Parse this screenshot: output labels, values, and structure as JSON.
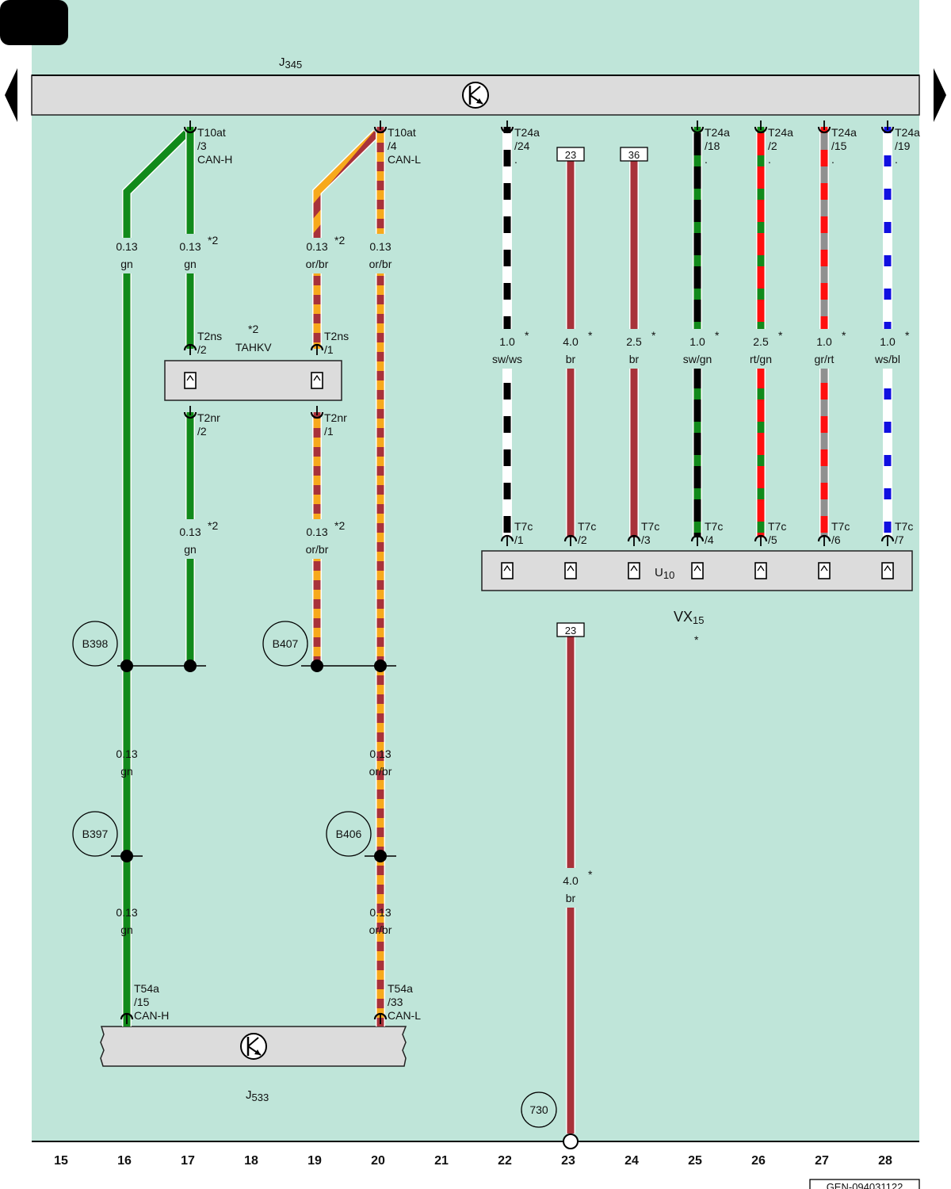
{
  "components": {
    "j345": {
      "base": "J",
      "sub": "345"
    },
    "j533": {
      "base": "J",
      "sub": "533"
    },
    "u10": {
      "base": "U",
      "sub": "10"
    },
    "vx15": {
      "base": "VX",
      "sub": "15",
      "note": "*"
    },
    "tahkv": {
      "name": "TAHKV",
      "note": "*2"
    }
  },
  "wires": [
    {
      "id": "w16",
      "size": "0.13",
      "color": "gn"
    },
    {
      "id": "w17",
      "size": "0.13",
      "color": "gn",
      "note": "*2"
    },
    {
      "id": "w19",
      "size": "0.13",
      "color": "or/br",
      "note": "*2"
    },
    {
      "id": "w20",
      "size": "0.13",
      "color": "or/br"
    },
    {
      "id": "w17b",
      "size": "0.13",
      "color": "gn",
      "note": "*2"
    },
    {
      "id": "w19b",
      "size": "0.13",
      "color": "or/br",
      "note": "*2"
    },
    {
      "id": "w16c",
      "size": "0.13",
      "color": "gn"
    },
    {
      "id": "w20c",
      "size": "0.13",
      "color": "or/br"
    },
    {
      "id": "w16d",
      "size": "0.13",
      "color": "gn"
    },
    {
      "id": "w20d",
      "size": "0.13",
      "color": "or/br"
    },
    {
      "id": "w22",
      "size": "1.0",
      "color": "sw/ws",
      "note": "*"
    },
    {
      "id": "w23",
      "size": "4.0",
      "color": "br",
      "note": "*"
    },
    {
      "id": "w24",
      "size": "2.5",
      "color": "br",
      "note": "*"
    },
    {
      "id": "w25",
      "size": "1.0",
      "color": "sw/gn",
      "note": "*"
    },
    {
      "id": "w26",
      "size": "2.5",
      "color": "rt/gn",
      "note": "*"
    },
    {
      "id": "w27",
      "size": "1.0",
      "color": "gr/rt",
      "note": "*"
    },
    {
      "id": "w28",
      "size": "1.0",
      "color": "ws/bl",
      "note": "*"
    },
    {
      "id": "w23b",
      "size": "4.0",
      "color": "br",
      "note": "*"
    }
  ],
  "pins": [
    {
      "id": "p17top",
      "lines": [
        "T10at",
        "/3",
        "CAN-H"
      ]
    },
    {
      "id": "p20top",
      "lines": [
        "T10at",
        "/4",
        "CAN-L"
      ]
    },
    {
      "id": "p22top",
      "lines": [
        "T24a",
        "/24",
        "."
      ]
    },
    {
      "id": "p25top",
      "lines": [
        "T24a",
        "/18",
        "."
      ]
    },
    {
      "id": "p26top",
      "lines": [
        "T24a",
        "/2",
        "."
      ]
    },
    {
      "id": "p27top",
      "lines": [
        "T24a",
        "/15",
        "."
      ]
    },
    {
      "id": "p28top",
      "lines": [
        "T24a",
        "/19",
        "."
      ]
    },
    {
      "id": "p17ns",
      "lines": [
        "T2ns",
        "/2"
      ]
    },
    {
      "id": "p19ns",
      "lines": [
        "T2ns",
        "/1"
      ]
    },
    {
      "id": "p17nr",
      "lines": [
        "T2nr",
        "/2"
      ]
    },
    {
      "id": "p19nr",
      "lines": [
        "T2nr",
        "/1"
      ]
    },
    {
      "id": "p22c",
      "lines": [
        "T7c",
        "/1"
      ]
    },
    {
      "id": "p23c",
      "lines": [
        "T7c",
        "/2"
      ]
    },
    {
      "id": "p24c",
      "lines": [
        "T7c",
        "/3"
      ]
    },
    {
      "id": "p25c",
      "lines": [
        "T7c",
        "/4"
      ]
    },
    {
      "id": "p26c",
      "lines": [
        "T7c",
        "/5"
      ]
    },
    {
      "id": "p27c",
      "lines": [
        "T7c",
        "/6"
      ]
    },
    {
      "id": "p28c",
      "lines": [
        "T7c",
        "/7"
      ]
    },
    {
      "id": "p16bot",
      "lines": [
        "T54a",
        "/15",
        "CAN-H"
      ]
    },
    {
      "id": "p20bot",
      "lines": [
        "T54a",
        "/33",
        "CAN-L"
      ]
    }
  ],
  "splices": [
    "B398",
    "B407",
    "B397",
    "B406"
  ],
  "ground": "730",
  "refs": {
    "top23": "23",
    "top24": "36",
    "mid23": "23"
  },
  "columns": [
    "15",
    "16",
    "17",
    "18",
    "19",
    "20",
    "21",
    "22",
    "23",
    "24",
    "25",
    "26",
    "27",
    "28"
  ],
  "doc_id": "GEN-094031122",
  "colors": {
    "background": "#bfe5d9",
    "gn": "#118a1b",
    "or": "#f7a91c",
    "br": "#a8323a",
    "sw": "#000000",
    "ws": "#ffffff",
    "rt": "#ff0f0f",
    "gr": "#909090",
    "bl": "#1010e0",
    "box": "#dcdcdc"
  }
}
